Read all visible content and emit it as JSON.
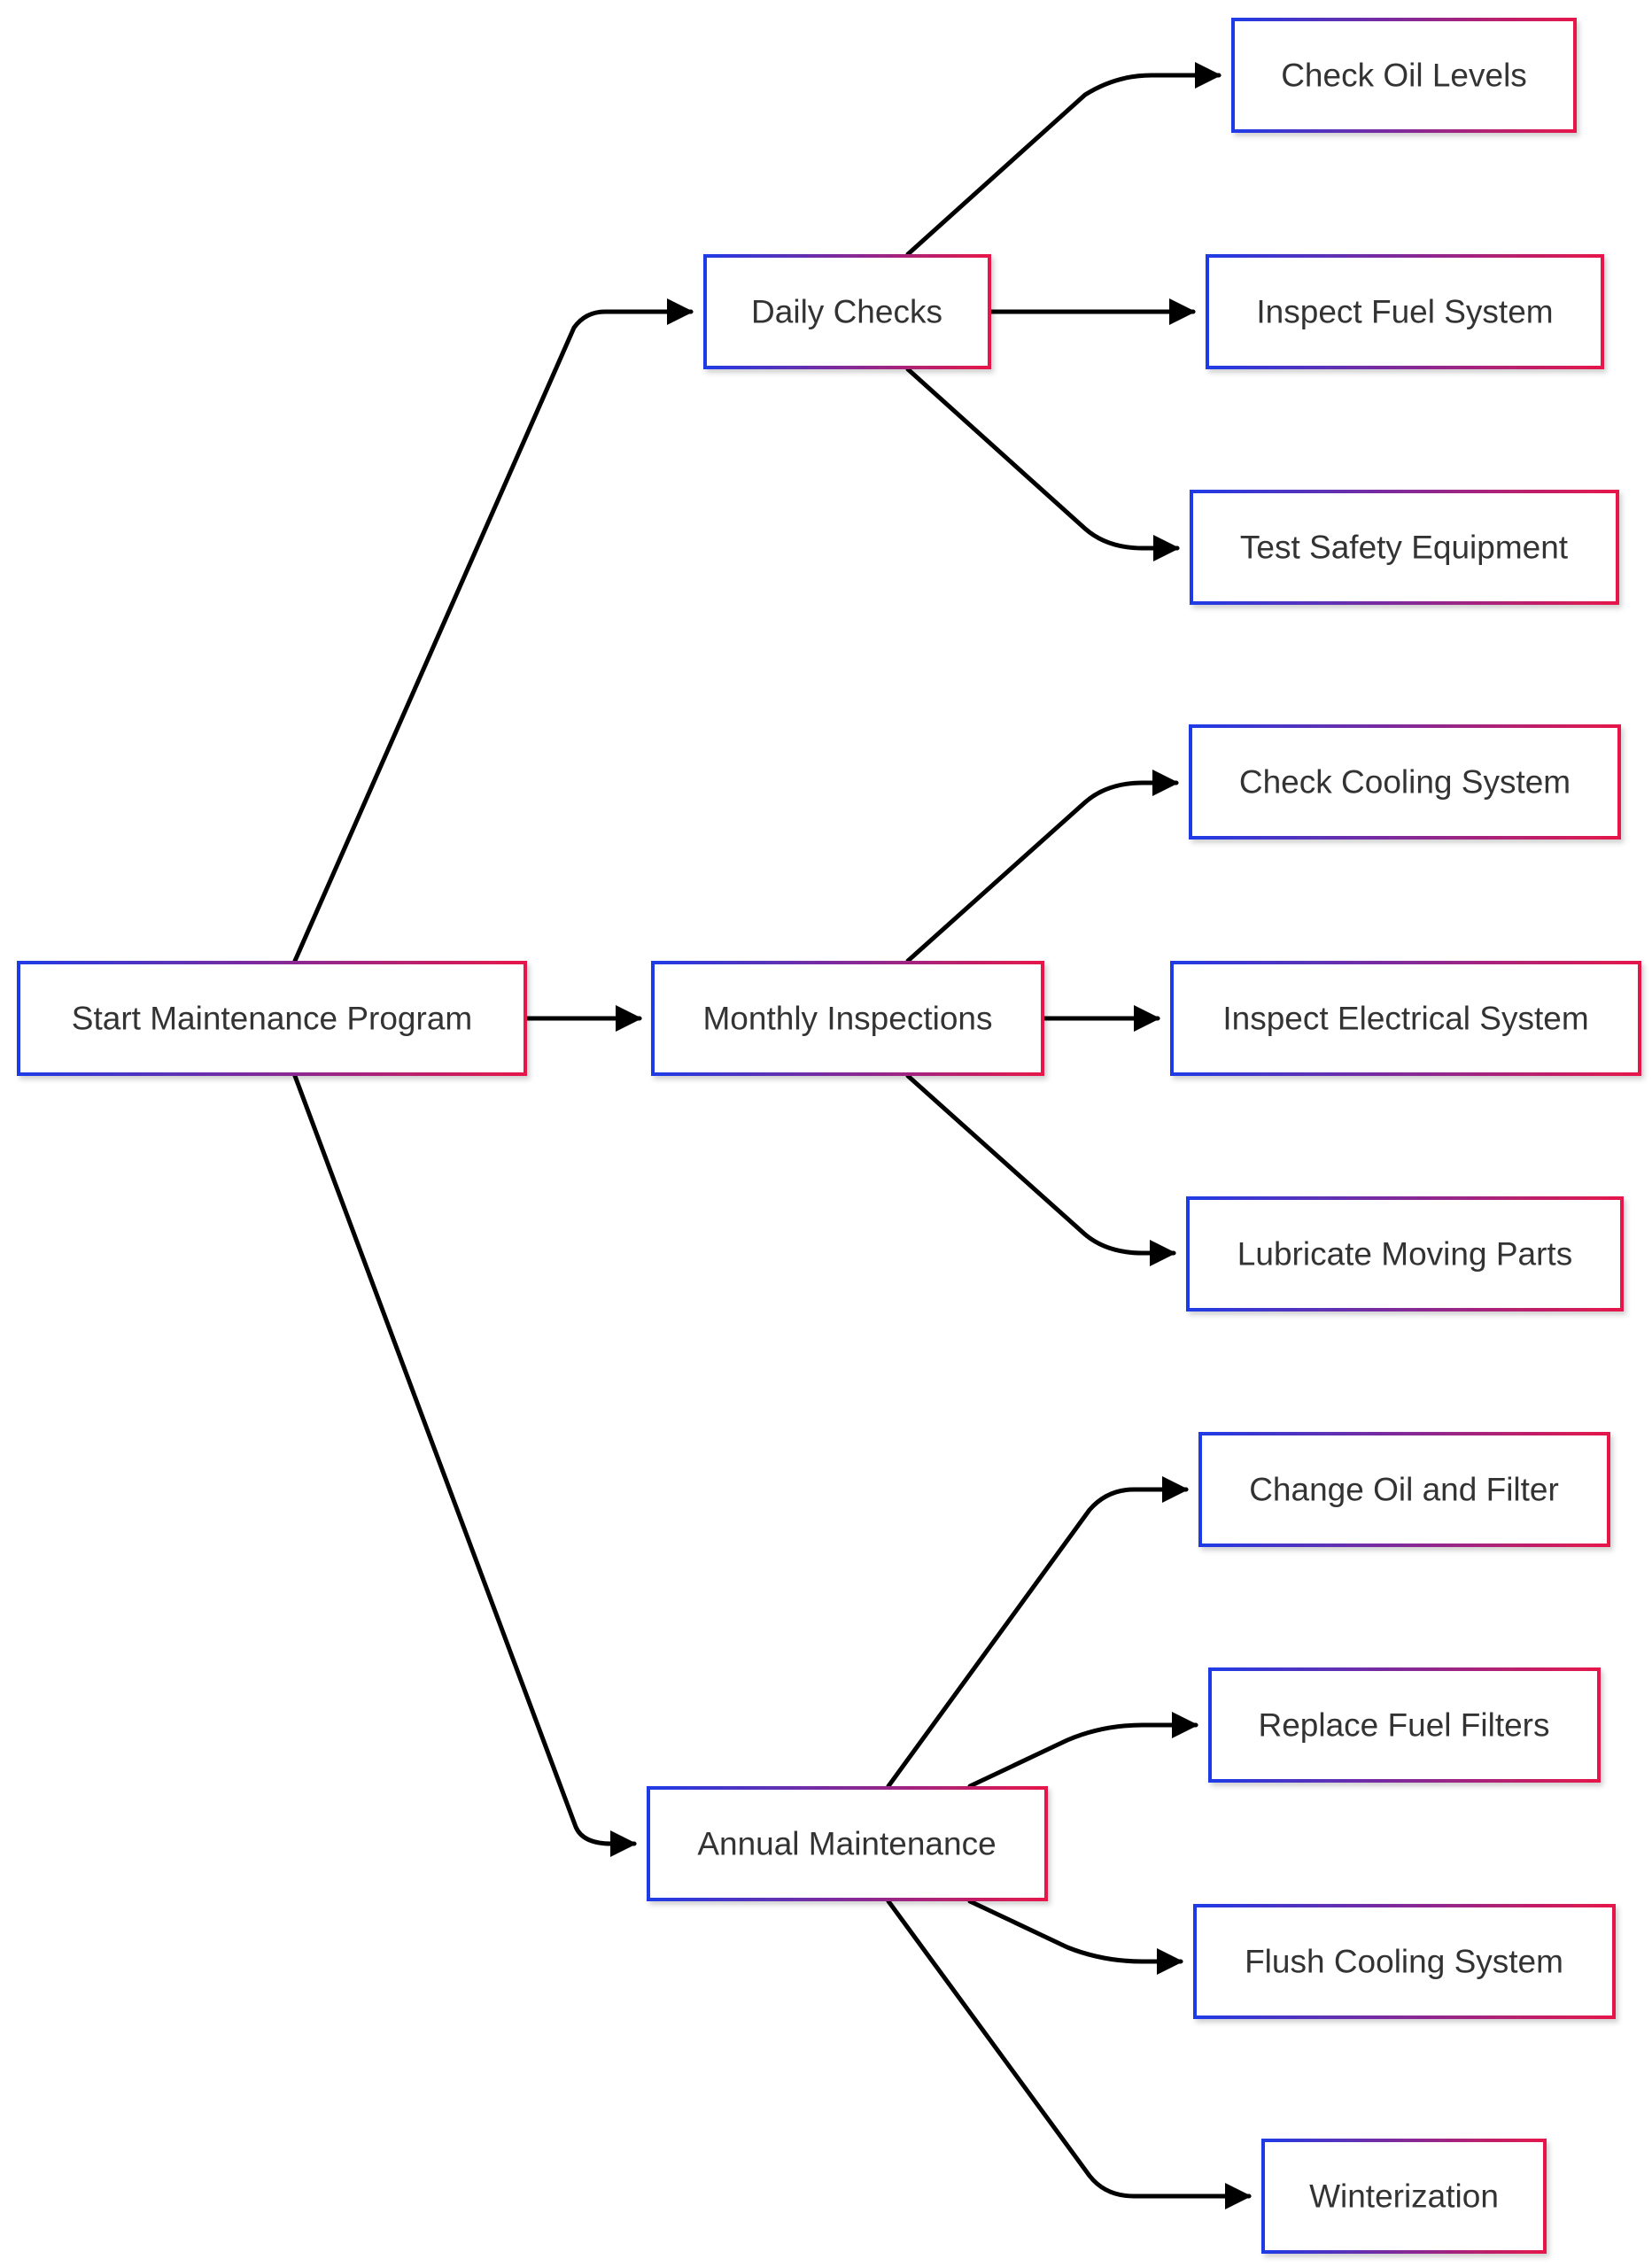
{
  "colors": {
    "border_start": "#1f3be6",
    "border_end": "#e6184a",
    "node_fill": "#ffffff",
    "edge": "#000000",
    "text": "#333333"
  },
  "nodes": {
    "start": "Start Maintenance Program",
    "daily": "Daily Checks",
    "monthly": "Monthly Inspections",
    "annual": "Annual Maintenance",
    "oil_levels": "Check Oil Levels",
    "fuel_system": "Inspect Fuel System",
    "safety": "Test Safety Equipment",
    "cooling_check": "Check Cooling System",
    "electrical": "Inspect Electrical System",
    "lubricate": "Lubricate Moving Parts",
    "oil_filter": "Change Oil and Filter",
    "fuel_filters": "Replace Fuel Filters",
    "flush_cooling": "Flush Cooling System",
    "winterization": "Winterization"
  },
  "edges": [
    {
      "from": "start",
      "to": "daily"
    },
    {
      "from": "start",
      "to": "monthly"
    },
    {
      "from": "start",
      "to": "annual"
    },
    {
      "from": "daily",
      "to": "oil_levels"
    },
    {
      "from": "daily",
      "to": "fuel_system"
    },
    {
      "from": "daily",
      "to": "safety"
    },
    {
      "from": "monthly",
      "to": "cooling_check"
    },
    {
      "from": "monthly",
      "to": "electrical"
    },
    {
      "from": "monthly",
      "to": "lubricate"
    },
    {
      "from": "annual",
      "to": "oil_filter"
    },
    {
      "from": "annual",
      "to": "fuel_filters"
    },
    {
      "from": "annual",
      "to": "flush_cooling"
    },
    {
      "from": "annual",
      "to": "winterization"
    }
  ]
}
